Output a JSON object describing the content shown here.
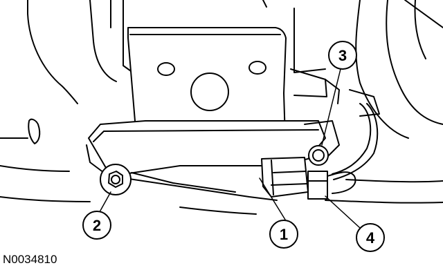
{
  "figure": {
    "id_label": "N0034810",
    "callouts": [
      {
        "number": "1"
      },
      {
        "number": "2"
      },
      {
        "number": "3"
      },
      {
        "number": "4"
      }
    ]
  }
}
